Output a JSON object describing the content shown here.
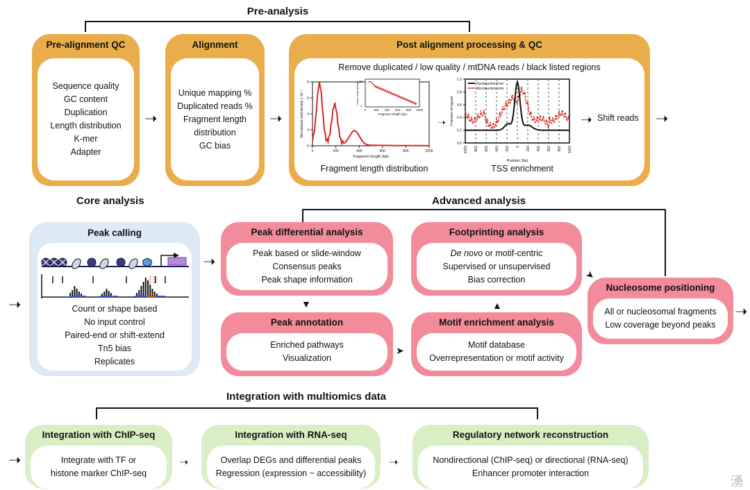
{
  "sections": {
    "pre_analysis": "Pre-analysis",
    "core_analysis": "Core analysis",
    "advanced_analysis": "Advanced analysis",
    "integration": "Integration with multiomics data"
  },
  "pre_alignment_qc": {
    "title": "Pre-alignment QC",
    "items": [
      "Sequence quality",
      "GC content",
      "Duplication",
      "Length distribution",
      "K-mer",
      "Adapter"
    ]
  },
  "alignment": {
    "title": "Alignment",
    "items": [
      "Unique mapping %",
      "Duplicated reads %",
      "Fragment length",
      "distribution",
      "GC bias"
    ]
  },
  "post_alignment": {
    "title": "Post alignment processing & QC",
    "subtitle": "Remove duplicated / low quality / mtDNA reads / black listed regions",
    "frag_caption": "Fragment length distribution",
    "tss_caption": "TSS enrichment",
    "shift_reads": "Shift reads",
    "frag_chart": {
      "ylabel": "Normalized read density x 10⁻³",
      "xlabel": "Fragment length (bp)",
      "yticks": [
        "0",
        "2",
        "4",
        "6",
        "8"
      ],
      "xticks": [
        "0",
        "200",
        "400",
        "600",
        "800",
        "1000"
      ]
    },
    "frag_inset": {
      "ylabel": "Norm. read density",
      "xlabel": "Fragment length (bp)",
      "yticks": [
        "10",
        "1"
      ],
      "xticks": [
        "0",
        "200",
        "400",
        "600",
        "800",
        "1000"
      ]
    },
    "tss_chart": {
      "ylabel": "Fraction of signal",
      "xlabel": "Position (bp)",
      "legend": [
        "Nucleosome Free",
        "Mononucleosome"
      ],
      "yticks": [
        "0.0",
        "0.2",
        "0.4",
        "0.6",
        "0.8",
        "1.0"
      ],
      "xticks": [
        "-1000",
        "-800",
        "-600",
        "-400",
        "-200",
        "0",
        "200",
        "400",
        "600",
        "800",
        "1000"
      ]
    }
  },
  "peak_calling": {
    "title": "Peak calling",
    "items": [
      "Count or shape based",
      "No input control",
      "Paired-end or shift-extend",
      "Tn5 bias",
      "Replicates"
    ]
  },
  "peak_differential": {
    "title": "Peak differential analysis",
    "items": [
      "Peak based or slide-window",
      "Consensus peaks",
      "Peak shape information"
    ]
  },
  "peak_annotation": {
    "title": "Peak annotation",
    "items": [
      "Enriched pathways",
      "Visualization"
    ]
  },
  "footprinting": {
    "title": "Footprinting analysis",
    "line1_italic": "De novo",
    "line1_rest": " or motif-centric",
    "items": [
      "Supervised or unsupervised",
      "Bias correction"
    ]
  },
  "motif_enrichment": {
    "title": "Motif enrichment analysis",
    "items": [
      "Motif database",
      "Overrepresentation or motif activity"
    ]
  },
  "nucleosome": {
    "title": "Nucleosome positioning",
    "items": [
      "All or nucleosomal fragments",
      "Low coverage beyond peaks"
    ]
  },
  "chip_seq": {
    "title": "Integration with ChIP-seq",
    "items": [
      "Integrate with TF or",
      "histone marker ChIP-seq"
    ]
  },
  "rna_seq": {
    "title": "Integration with RNA-seq",
    "items": [
      "Overlap DEGs and differential peaks",
      "Regression (expression ~ accessibility)"
    ]
  },
  "regulatory": {
    "title": "Regulatory network reconstruction",
    "items": [
      "Nondirectional (ChIP-seq) or directional (RNA-seq)",
      "Enhancer promoter interaction"
    ]
  },
  "watermark": "湧",
  "colors": {
    "orange": "#e9ae4b",
    "pink": "#f28b9a",
    "blue": "#dde9f5",
    "green": "#d8efc6",
    "red_trace": "#d42a1f"
  }
}
